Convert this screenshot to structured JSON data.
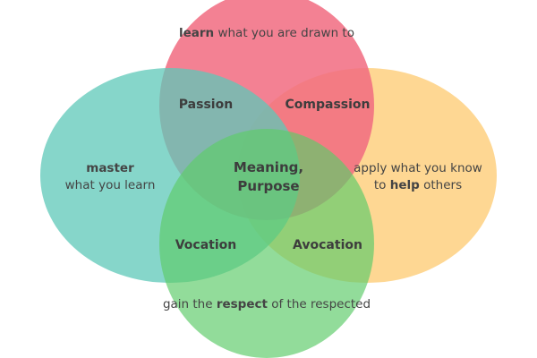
{
  "circles": {
    "top": {
      "color": "#f16b80",
      "opacity": 0.85,
      "text": {
        "verb": "learn",
        "rest": " what you are drawn to"
      }
    },
    "left": {
      "color": "#5ec8b8",
      "opacity": 0.75,
      "text": {
        "verb": "master",
        "rest": "what you learn"
      }
    },
    "right": {
      "color": "#fec665",
      "opacity": 0.7,
      "text": {
        "pre": "apply what you know",
        "mid": "to ",
        "verb": "help",
        "post": " others"
      }
    },
    "bottom": {
      "color": "#5ecb6a",
      "opacity": 0.68,
      "text": {
        "pre": "gain the ",
        "verb": "respect",
        "post": " of the respected"
      }
    }
  },
  "regions": {
    "passion": "Passion",
    "compassion": "Compassion",
    "vocation": "Vocation",
    "avocation": "Avocation",
    "center_line1": "Meaning,",
    "center_line2": "Purpose"
  }
}
